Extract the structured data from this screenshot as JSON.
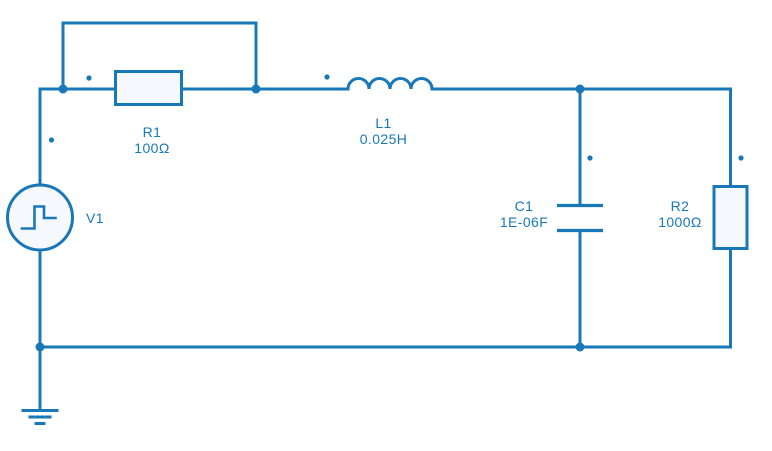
{
  "colors": {
    "wire": "#1878b8",
    "component_fill": "#f5f9fd",
    "background": "#ffffff"
  },
  "components": {
    "v1": {
      "designator": "V1",
      "kind": "pulse-voltage-source"
    },
    "r1": {
      "designator": "R1",
      "value": "100Ω",
      "kind": "resistor"
    },
    "l1": {
      "designator": "L1",
      "value": "0.025H",
      "kind": "inductor"
    },
    "c1": {
      "designator": "C1",
      "value": "1E-06F",
      "kind": "capacitor"
    },
    "r2": {
      "designator": "R2",
      "value": "1000Ω",
      "kind": "resistor"
    },
    "gnd": {
      "kind": "ground"
    }
  },
  "icons": {
    "v1_symbol": "pulse-step-waveform-icon",
    "gnd_symbol": "ground-icon"
  }
}
